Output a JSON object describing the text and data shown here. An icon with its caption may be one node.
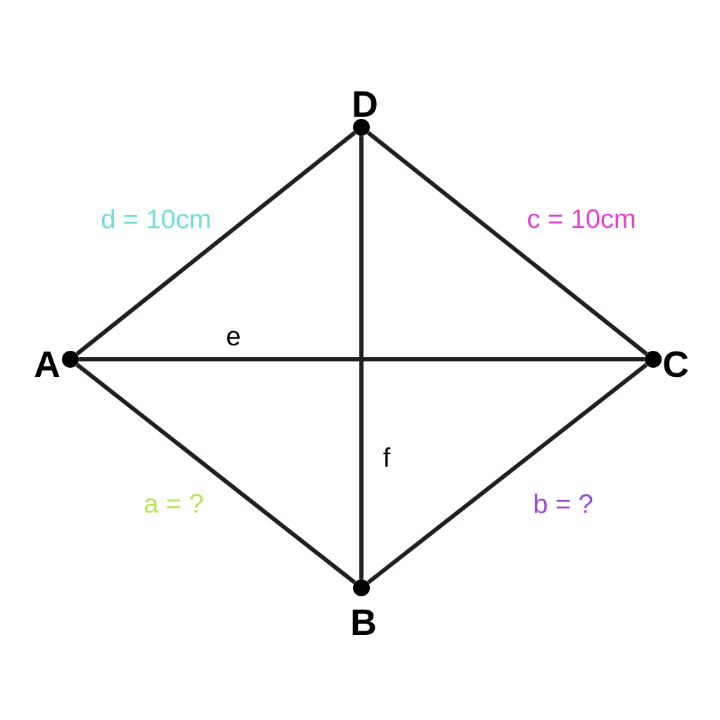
{
  "diagram": {
    "nodes": [
      {
        "text": [],
        "shape": "circle",
        "beside": [
          "D"
        ]
      },
      {
        "text": [],
        "shape": "circle",
        "beside": [
          "A"
        ]
      },
      {
        "text": [],
        "shape": "circle",
        "beside": [
          "C"
        ]
      },
      {
        "text": [],
        "shape": "circle",
        "beside": [
          "B"
        ]
      }
    ],
    "edges": [
      {
        "from": 1,
        "to": 0,
        "arrow": "none",
        "label": "d = 10cm"
      },
      {
        "from": 0,
        "to": 2,
        "arrow": "none",
        "label": "c = 10cm"
      },
      {
        "from": 1,
        "to": 2,
        "arrow": "none",
        "label": "e"
      },
      {
        "from": 0,
        "to": 3,
        "arrow": "none",
        "label": "f"
      },
      {
        "from": 1,
        "to": 3,
        "arrow": "none",
        "label": "a = ?"
      },
      {
        "from": 3,
        "to": 2,
        "arrow": "none",
        "label": "b = ?"
      }
    ]
  }
}
